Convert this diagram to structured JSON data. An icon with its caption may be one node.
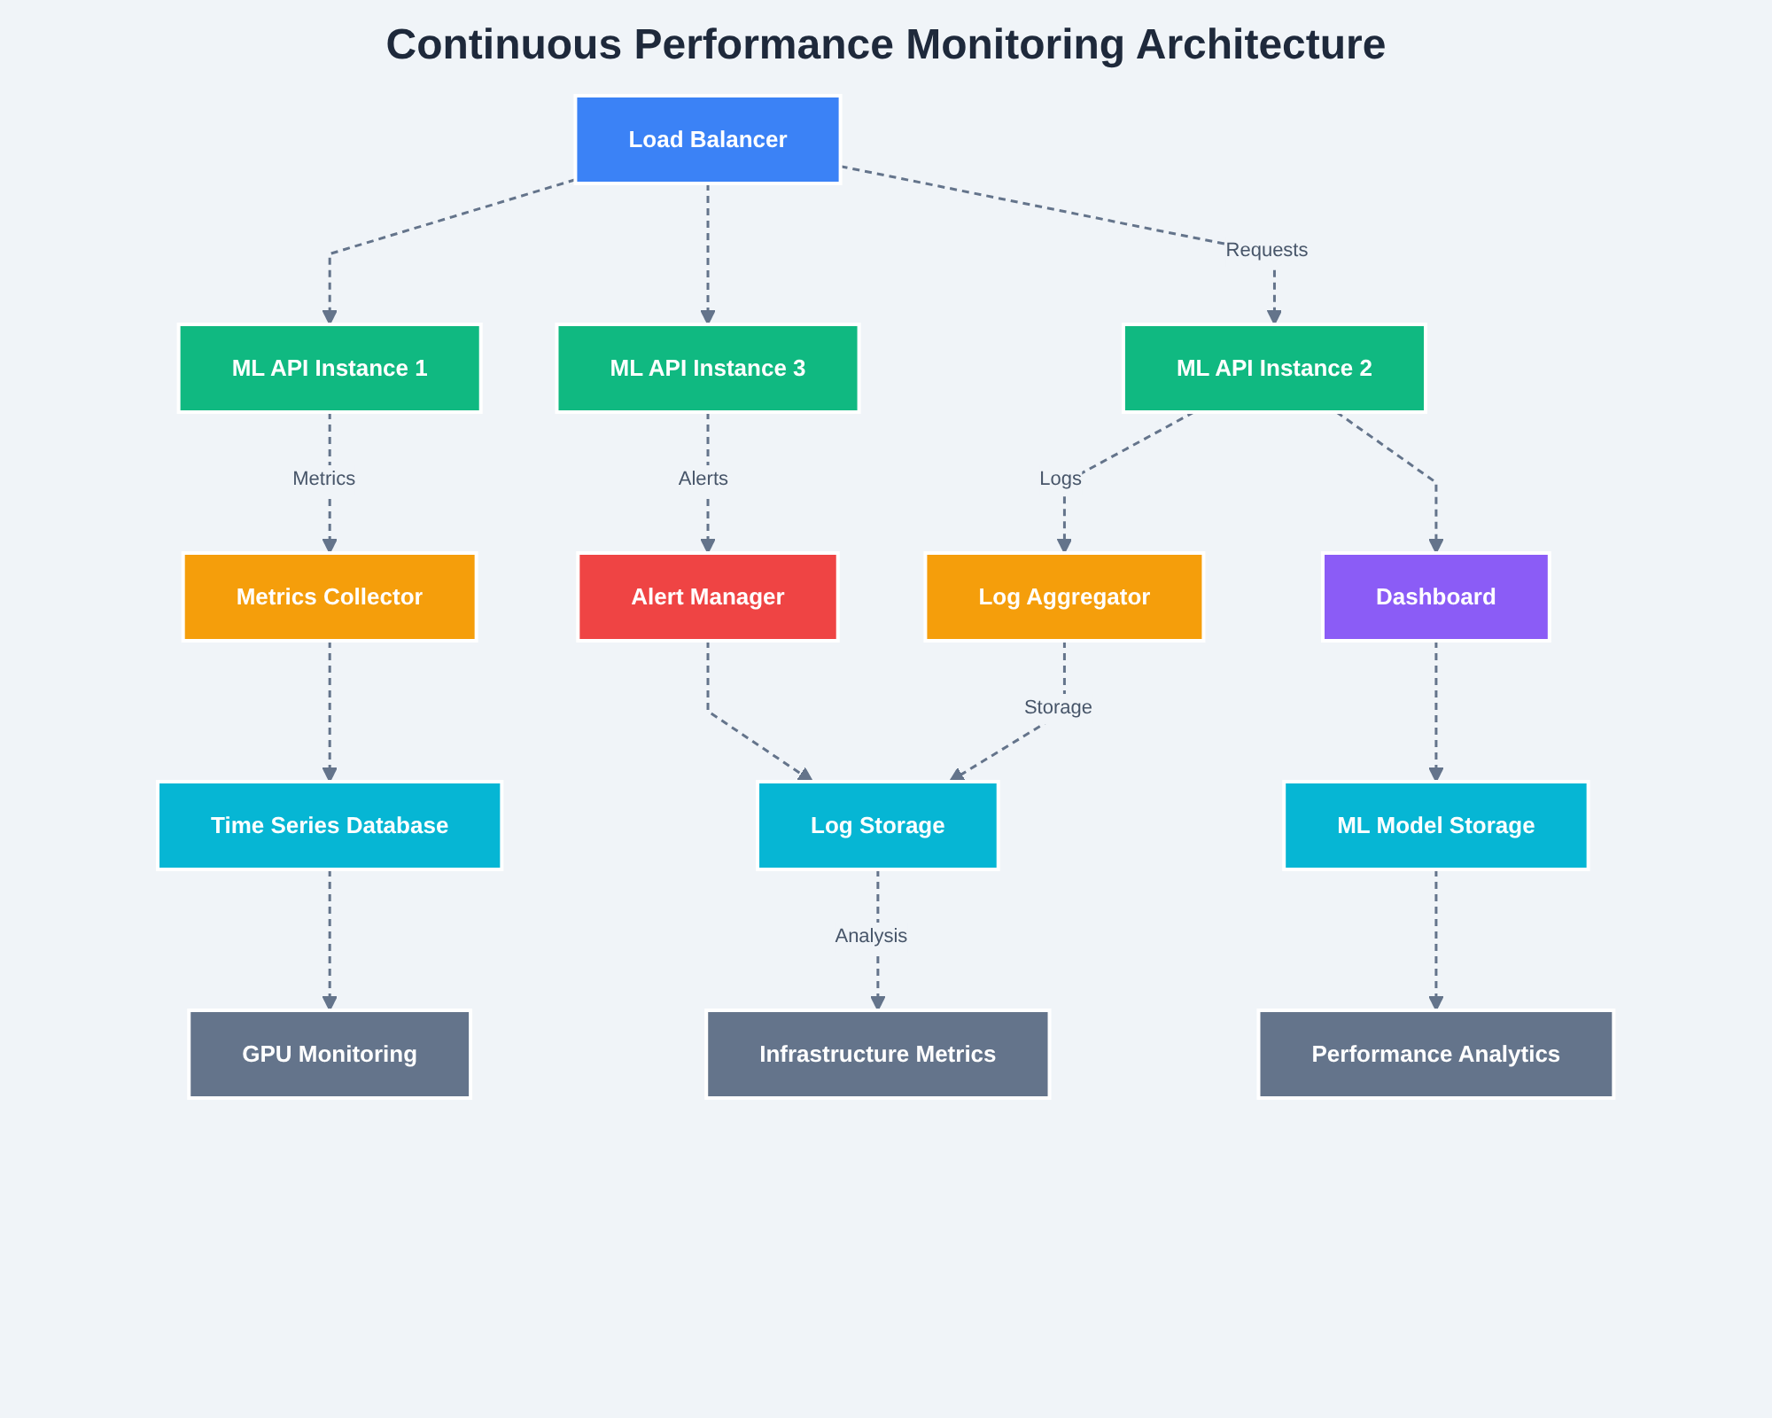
{
  "diagram": {
    "title": "Continuous Performance Monitoring Architecture",
    "nodes": [
      {
        "text": [
          "Load Balancer"
        ]
      },
      {
        "text": [
          "ML API Instance 1"
        ]
      },
      {
        "text": [
          "ML API Instance 2"
        ]
      },
      {
        "text": [
          "ML API Instance 3"
        ]
      },
      {
        "text": [
          "Metrics Collector"
        ]
      },
      {
        "text": [
          "Log Aggregator"
        ]
      },
      {
        "text": [
          "Alert Manager"
        ]
      },
      {
        "text": [
          "Dashboard"
        ]
      },
      {
        "text": [
          "Time Series Database"
        ]
      },
      {
        "text": [
          "Log Storage"
        ]
      },
      {
        "text": [
          "ML Model Storage"
        ]
      },
      {
        "text": [
          "GPU Monitoring"
        ]
      },
      {
        "text": [
          "Infrastructure Metrics"
        ]
      },
      {
        "text": [
          "Performance Analytics"
        ]
      }
    ],
    "edges": [
      {
        "from": 0,
        "to": 1,
        "arrow": "to",
        "style": "dashed"
      },
      {
        "from": 0,
        "to": 2,
        "arrow": "to",
        "style": "dashed",
        "label": "Requests"
      },
      {
        "from": 0,
        "to": 3,
        "arrow": "to",
        "style": "dashed"
      },
      {
        "from": 1,
        "to": 4,
        "arrow": "to",
        "style": "dashed",
        "label": "Metrics"
      },
      {
        "from": 2,
        "to": 5,
        "arrow": "to",
        "style": "dashed",
        "label": "Logs"
      },
      {
        "from": 2,
        "to": 7,
        "arrow": "to",
        "style": "dashed"
      },
      {
        "from": 3,
        "to": 6,
        "arrow": "to",
        "style": "dashed",
        "label": "Alerts"
      },
      {
        "from": 4,
        "to": 8,
        "arrow": "to",
        "style": "dashed"
      },
      {
        "from": 5,
        "to": 9,
        "arrow": "to",
        "style": "dashed",
        "label": "Storage"
      },
      {
        "from": 6,
        "to": 9,
        "arrow": "to",
        "style": "dashed"
      },
      {
        "from": 7,
        "to": 10,
        "arrow": "to",
        "style": "dashed"
      },
      {
        "from": 8,
        "to": 11,
        "arrow": "to",
        "style": "dashed"
      },
      {
        "from": 9,
        "to": 12,
        "arrow": "to",
        "style": "dashed",
        "label": "Analysis"
      },
      {
        "from": 10,
        "to": 13,
        "arrow": "to",
        "style": "dashed"
      }
    ]
  }
}
